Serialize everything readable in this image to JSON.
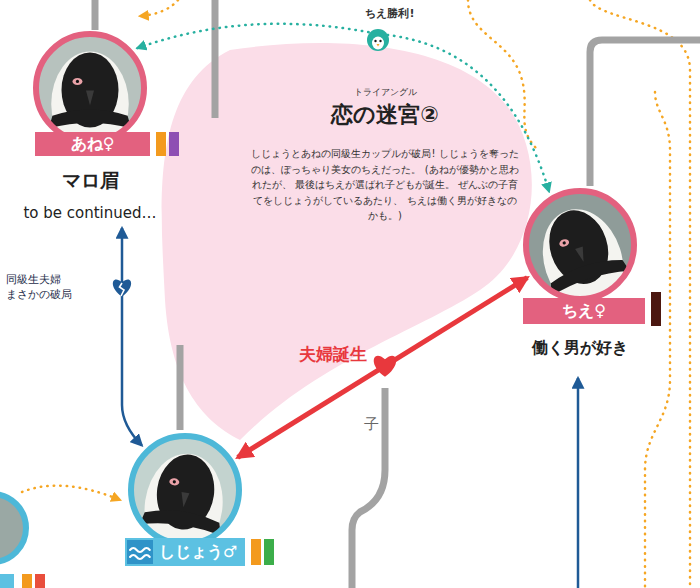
{
  "diagram": {
    "nodes": [
      {
        "text": [
          "あね♀",
          "マロ眉",
          "to be continued…"
        ]
      },
      {
        "text": [
          "トライアングル",
          "恋の迷宮②",
          "しじょうとあねの同級生カップルが破局! しじょうを奪ったのは、ぽっちゃり美女のちえだった。 (あねが優勢かと思われたが、 最後はちえが選ばれ子どもが誕生。 ぜんぶの子育てをしじょうがしているあたり、 ちえは働く男が好きなのかも。)"
        ]
      },
      {
        "text": [
          "ちえ♀",
          "働く男が好き"
        ]
      },
      {
        "text": [
          "しじょう♂"
        ]
      }
    ],
    "edges": [
      {
        "from": 0,
        "to": 2,
        "arrow": "both"
      },
      {
        "from": 0,
        "to": 3,
        "arrow": "both",
        "label": "同級生夫婦 まさかの破局"
      },
      {
        "from": 3,
        "to": 2,
        "arrow": "both",
        "label": "夫婦誕生"
      }
    ],
    "labels": [
      "ちえ勝利!",
      "子"
    ]
  }
}
